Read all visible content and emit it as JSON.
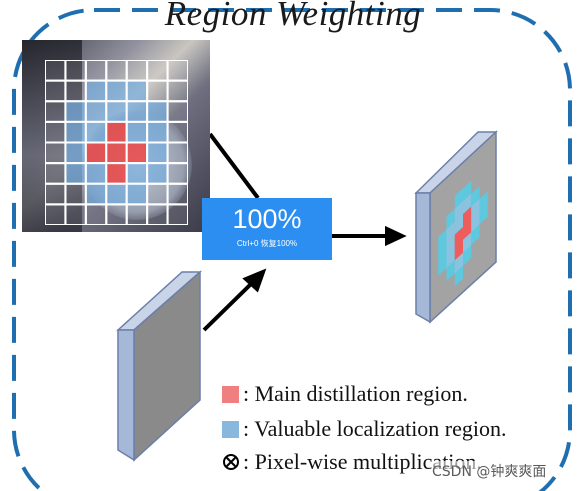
{
  "title": "Region Weighting",
  "zoom_popup": {
    "value": "100%",
    "hint": "Ctrl+0 恢复100%"
  },
  "legend": {
    "main": {
      "label": ": Main distillation region.",
      "color": "#f08080"
    },
    "valuable": {
      "label": ": Valuable localization region.",
      "color": "#8ab8dc"
    },
    "multiply": {
      "label": ": Pixel-wise multiplication."
    }
  },
  "watermark": "CSDN @钟爽爽面",
  "colors": {
    "frame_dash": "#1f6fb0",
    "feature_face": "#a0a0a0",
    "feature_side": "#7f97c4",
    "red": "#ee5c5c",
    "blue": "#8ac3e0",
    "cyan": "#5ec8de"
  }
}
